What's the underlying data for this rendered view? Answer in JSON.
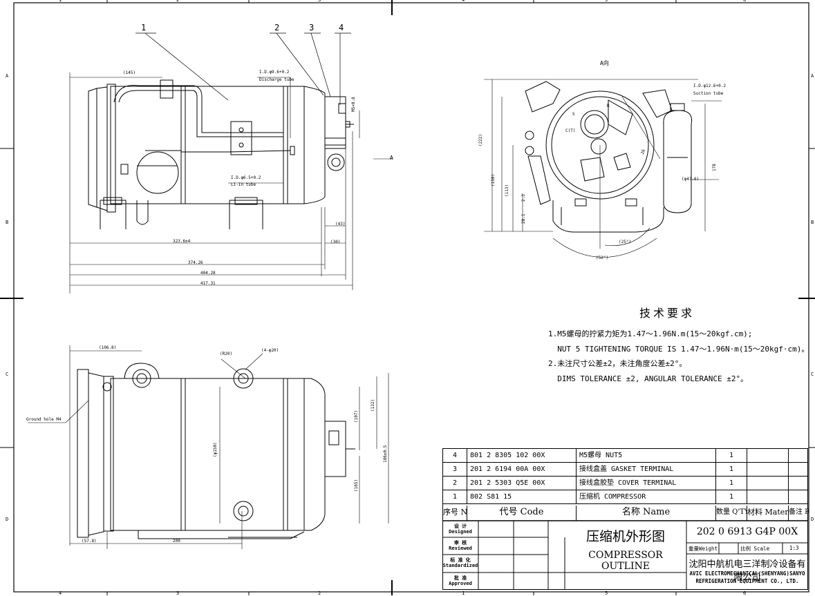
{
  "border": {
    "top_zones": [
      "1",
      "2",
      "3",
      "4",
      "5",
      "6"
    ],
    "bottom_zones": [
      "4",
      "3",
      "2",
      "1",
      "5",
      "6"
    ],
    "left_zones": [
      "A",
      "B",
      "C",
      "D"
    ],
    "right_zones": [
      "A",
      "B",
      "C",
      "D"
    ]
  },
  "side_view": {
    "balloons": [
      "1",
      "2",
      "3",
      "4"
    ],
    "dims": {
      "d145": "(145)",
      "d3236": "323.6±4",
      "d374": "374.26",
      "d404": "404.28",
      "d417": "417.31",
      "d43": "(43)",
      "d30": "(30)",
      "m5": "M5×0.8",
      "arrow_a": "A"
    },
    "notes": {
      "discharge_id": "I.D.φ9.6+0.2",
      "discharge_name": "Discharge tube",
      "liin_id": "I.D.φ6.5+0.2",
      "liin_name": "Li-In tube"
    }
  },
  "end_view": {
    "label": "A向",
    "dims": {
      "d222": "(222)",
      "d150": "(150)",
      "d113": "(113)",
      "d23": "2.3",
      "d281": "28.1",
      "d178": "178",
      "d476": "(φ47.6)",
      "d25deg": "(25°)",
      "d52deg": "(52°)",
      "d26": "26"
    },
    "notes": {
      "suction_id": "I.D.φ12.6+0.2",
      "suction_name": "Suction tube",
      "ct": "C(T)",
      "s": "S",
      "r": "R"
    }
  },
  "top_view": {
    "dims": {
      "d1068": "(106.8)",
      "dr20": "(R20)",
      "d4phi20": "(4-φ20)",
      "d107": "(107)",
      "d132": "(132)",
      "d186": "186±0.5",
      "d150": "(φ150)",
      "d165": "(165)",
      "d578": "(57.8)",
      "d200": "200"
    },
    "notes": {
      "ground": "Ground hole M4"
    }
  },
  "requirements": {
    "title": "技术要求",
    "lines": [
      "1.M5螺母的拧紧力矩为1.47～1.96N.m(15～20kgf.cm);",
      "  NUT 5 TIGHTENING TORQUE IS 1.47～1.96N·m(15～20kgf·cm)。",
      "2.未注尺寸公差±2，未注角度公差±2°。",
      "  DIMS TOLERANCE ±2, ANGULAR TOLERANCE ±2°。"
    ]
  },
  "bom": {
    "rows": [
      {
        "no": "4",
        "code": "801 2 8305 102 00X",
        "name": "M5螺母 NUT5",
        "qty": "1",
        "material": "",
        "remark": ""
      },
      {
        "no": "3",
        "code": "201 2 6194 00A 00X",
        "name": "接线盒盖 GASKET TERMINAL",
        "qty": "1",
        "material": "",
        "remark": ""
      },
      {
        "no": "2",
        "code": "201 2 5303 Q5E 00X",
        "name": "接线盒胶垫 COVER TERMINAL",
        "qty": "1",
        "material": "",
        "remark": ""
      },
      {
        "no": "1",
        "code": "802 S81 15",
        "name": "压缩机 COMPRESSOR",
        "qty": "1",
        "material": "",
        "remark": ""
      }
    ],
    "header": {
      "no": "序号 No",
      "code": "代号 Code",
      "name": "名称 Name",
      "qty": "数量 Q'TY",
      "material": "材料 Material",
      "remark": "备注 Remark"
    }
  },
  "title_block": {
    "designed": "设 计\nDesigned",
    "reviewed": "审 核\nReviewed",
    "standardized": "标 准 化\nStandardized",
    "approved": "批 准\nApproved",
    "title_cn": "压缩机外形图",
    "title_en": "COMPRESSOR OUTLINE",
    "drawing_no": "202 0 6913 G4P 00X",
    "weight_label": "重量Weight",
    "scale_label": "比例 Scale",
    "scale_value": "1:3",
    "company_cn": "沈阳中航机电三洋制冷设备有限公司",
    "company_en1": "AVIC ELECTROMECHANICAL(SHENYANG)SANYO",
    "company_en2": "REFRIGERATION EQUIPMENT CO., LTD."
  }
}
